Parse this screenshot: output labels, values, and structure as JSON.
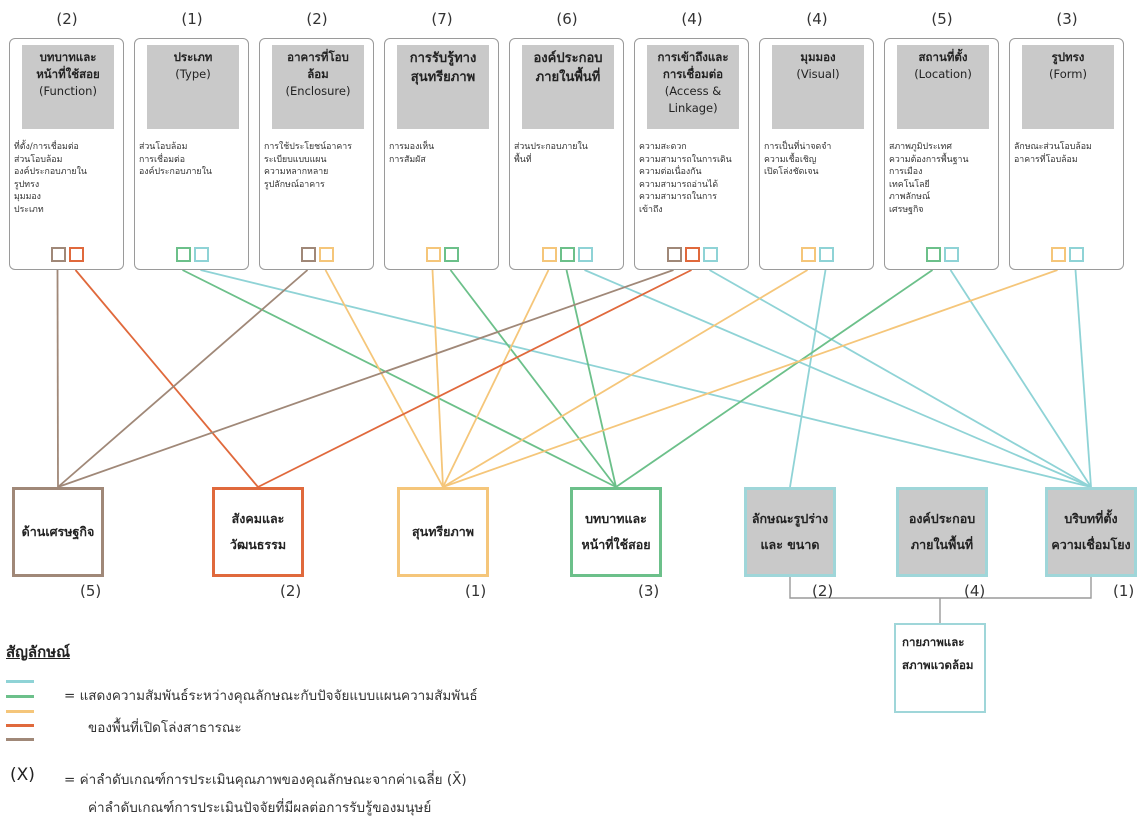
{
  "colors": {
    "teal": "#8fd3d6",
    "green": "#6cc08a",
    "yellow": "#f5c67a",
    "orange": "#e0693c",
    "brown": "#a08878",
    "gray_box": "#c9c9c9"
  },
  "factors": [
    {
      "rank": "(2)",
      "title": "บทบาทและ\nหน้าที่ใช้สอย",
      "subtitle": "(Function)",
      "body": "ที่ตั้ง/การเชื่อมต่อ\nส่วนโอบล้อม\nองค์ประกอบภายใน\nรูปทรง\nมุมมอง\nประเภท",
      "ports": [
        "brown",
        "orange"
      ]
    },
    {
      "rank": "(1)",
      "title": "ประเภท",
      "subtitle": "(Type)",
      "body": "ส่วนโอบล้อม\nการเชื่อมต่อ\nองค์ประกอบภายใน",
      "ports": [
        "green",
        "teal"
      ]
    },
    {
      "rank": "(2)",
      "title": "อาคารที่โอบ\nล้อม",
      "subtitle": "(Enclosure)",
      "body": "การใช้ประโยชน์อาคาร\nระเบียบแบบแผน\nความหลากหลาย\nรูปลักษณ์อาคาร",
      "ports": [
        "brown",
        "yellow"
      ]
    },
    {
      "rank": "(7)",
      "title": "การรับรู้ทาง\nสุนทรียภาพ",
      "subtitle": "",
      "body": "การมองเห็น\nการสัมผัส",
      "ports": [
        "yellow",
        "green"
      ]
    },
    {
      "rank": "(6)",
      "title": "องค์ประกอบ\nภายในพื้นที่",
      "subtitle": "",
      "body": "ส่วนประกอบภายใน\nพื้นที่",
      "ports": [
        "yellow",
        "green",
        "teal"
      ]
    },
    {
      "rank": "(4)",
      "title": "การเข้าถึงและ\nการเชื่อมต่อ",
      "subtitle": "(Access &\nLinkage)",
      "body": "ความสะดวก\nความสามารถในการเดิน\nความต่อเนื่องกัน\nความสามารถอ่านได้\nความสามารถในการ\nเข้าถึง",
      "ports": [
        "brown",
        "orange",
        "teal"
      ]
    },
    {
      "rank": "(4)",
      "title": "มุมมอง",
      "subtitle": "(Visual)",
      "body": "การเป็นที่น่าจดจำ\nความเชื้อเชิญ\nเปิดโล่งชัดเจน",
      "ports": [
        "yellow",
        "teal"
      ]
    },
    {
      "rank": "(5)",
      "title": "สถานที่ตั้ง",
      "subtitle": "(Location)",
      "body": "สภาพภูมิประเทศ\nความต้องการพื้นฐาน\nการเมือง\nเทคโนโลยี\nภาพลักษณ์\nเศรษฐกิจ",
      "ports": [
        "green",
        "teal"
      ]
    },
    {
      "rank": "(3)",
      "title": "รูปทรง",
      "subtitle": "(Form)",
      "body": "ลักษณะส่วนโอบล้อม\nอาคารที่โอบล้อม",
      "ports": [
        "yellow",
        "teal"
      ]
    }
  ],
  "outcomes": [
    {
      "label": "ด้านเศรษฐกิจ",
      "rank": "(5)",
      "color": "brown",
      "shaded": false
    },
    {
      "label": "สังคมและ\nวัฒนธรรม",
      "rank": "(2)",
      "color": "orange",
      "shaded": false
    },
    {
      "label": "สุนทรียภาพ",
      "rank": "(1)",
      "color": "yellow",
      "shaded": false
    },
    {
      "label": "บทบาทและ\nหน้าที่ใช้สอย",
      "rank": "(3)",
      "color": "green",
      "shaded": false
    },
    {
      "label": "ลักษณะรูปร่าง\nและ ขนาด",
      "rank": "(2)",
      "color": "teal",
      "shaded": true
    },
    {
      "label": "องค์ประกอบ\nภายในพื้นที่",
      "rank": "(4)",
      "color": "teal",
      "shaded": true
    },
    {
      "label": "บริบทที่ตั้ง\nความเชื่อมโยง",
      "rank": "(1)",
      "color": "teal",
      "shaded": true
    }
  ],
  "bottom_box": "กายภาพและ\nสภาพแวดล้อม",
  "legend": {
    "title": "สัญลักษณ์",
    "line_text_1": "=  แสดงความสัมพันธ์ระหว่างคุณลักษณะกับปัจจัยแบบแผนความสัมพันธ์",
    "line_text_2": "ของพื้นที่เปิดโล่งสาธารณะ",
    "x_symbol": "(X)",
    "x_text_1": "=  ค่าลำดับเกณฑ์การประเมินคุณภาพของคุณลักษณะจากค่าเฉลี่ย (X̄)",
    "x_text_2": "ค่าลำดับเกณฑ์การประเมินปัจจัยที่มีผลต่อการรับรู้ของมนุษย์"
  },
  "connections": [
    {
      "from": [
        0,
        0
      ],
      "to": 0,
      "color": "brown"
    },
    {
      "from": [
        0,
        1
      ],
      "to": 1,
      "color": "orange"
    },
    {
      "from": [
        1,
        0
      ],
      "to": 3,
      "color": "green"
    },
    {
      "from": [
        1,
        1
      ],
      "to": 6,
      "color": "teal"
    },
    {
      "from": [
        2,
        0
      ],
      "to": 0,
      "color": "brown"
    },
    {
      "from": [
        2,
        1
      ],
      "to": 2,
      "color": "yellow"
    },
    {
      "from": [
        3,
        0
      ],
      "to": 2,
      "color": "yellow"
    },
    {
      "from": [
        3,
        1
      ],
      "to": 3,
      "color": "green"
    },
    {
      "from": [
        4,
        0
      ],
      "to": 2,
      "color": "yellow"
    },
    {
      "from": [
        4,
        1
      ],
      "to": 3,
      "color": "green"
    },
    {
      "from": [
        4,
        2
      ],
      "to": 6,
      "color": "teal"
    },
    {
      "from": [
        5,
        0
      ],
      "to": 0,
      "color": "brown"
    },
    {
      "from": [
        5,
        1
      ],
      "to": 1,
      "color": "orange"
    },
    {
      "from": [
        5,
        2
      ],
      "to": 6,
      "color": "teal"
    },
    {
      "from": [
        6,
        0
      ],
      "to": 2,
      "color": "yellow"
    },
    {
      "from": [
        6,
        1
      ],
      "to": 4,
      "color": "teal"
    },
    {
      "from": [
        7,
        0
      ],
      "to": 3,
      "color": "green"
    },
    {
      "from": [
        7,
        1
      ],
      "to": 6,
      "color": "teal"
    },
    {
      "from": [
        8,
        0
      ],
      "to": 2,
      "color": "yellow"
    },
    {
      "from": [
        8,
        1
      ],
      "to": 6,
      "color": "teal"
    }
  ]
}
